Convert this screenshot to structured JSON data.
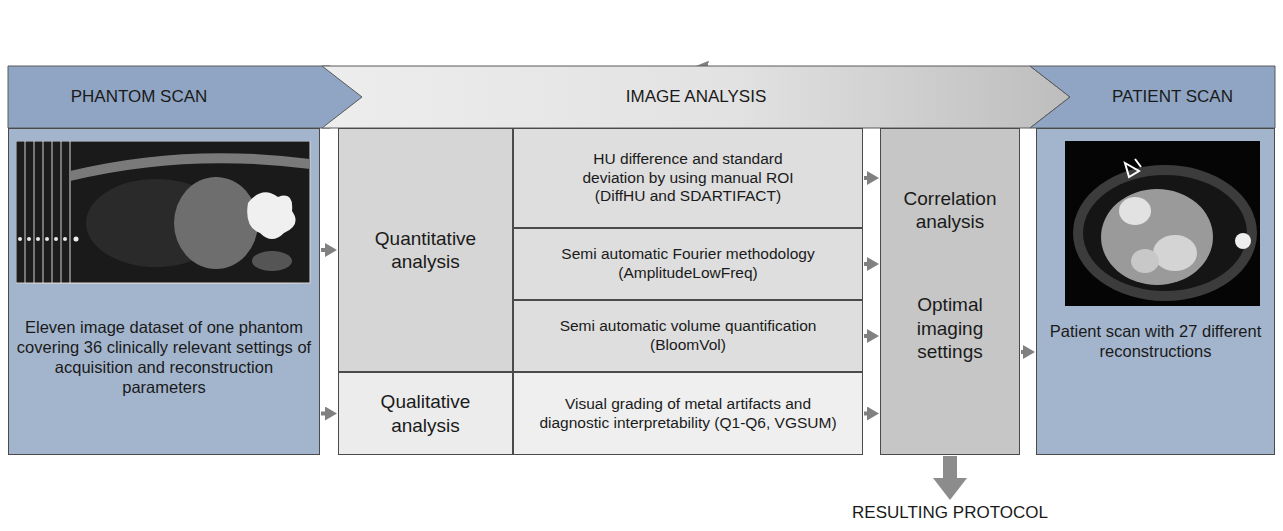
{
  "diagram": {
    "nodes": [
      {
        "text": [
          "PHANTOM SCAN"
        ]
      },
      {
        "text": [
          "IMAGE ANALYSIS"
        ]
      },
      {
        "text": [
          "PATIENT SCAN"
        ]
      },
      {
        "text": [
          "Eleven image dataset of one phantom covering 36 clinically relevant settings of acquisition and reconstruction parameters"
        ]
      },
      {
        "text": [
          "Quantitative analysis"
        ]
      },
      {
        "text": [
          "Qualitative analysis"
        ]
      },
      {
        "text": [
          "HU difference and standard deviation by using manual ROI (DiffHU and SDARTIFACT)"
        ]
      },
      {
        "text": [
          "Semi automatic Fourier methodology (AmplitudeLowFreq)"
        ]
      },
      {
        "text": [
          "Semi automatic volume quantification (BloomVol)"
        ]
      },
      {
        "text": [
          "Visual grading of metal artifacts and diagnostic interpretability (Q1-Q6, VGSUM)"
        ]
      },
      {
        "text": [
          "Correlation analysis",
          "Optimal imaging settings"
        ]
      },
      {
        "text": [
          "Patient scan with 27 different reconstructions"
        ]
      }
    ],
    "edges": [
      {
        "from": 3,
        "to": 4,
        "arrow": "to"
      },
      {
        "from": 3,
        "to": 5,
        "arrow": "to"
      },
      {
        "from": 6,
        "to": 10,
        "arrow": "to"
      },
      {
        "from": 7,
        "to": 10,
        "arrow": "to"
      },
      {
        "from": 8,
        "to": 10,
        "arrow": "to"
      },
      {
        "from": 9,
        "to": 10,
        "arrow": "to"
      },
      {
        "from": 10,
        "to": 11,
        "arrow": "to"
      },
      {
        "from": 2,
        "to": 1,
        "arrow": "to"
      }
    ],
    "labels": [
      "RESULTING PROTOCOL"
    ]
  }
}
